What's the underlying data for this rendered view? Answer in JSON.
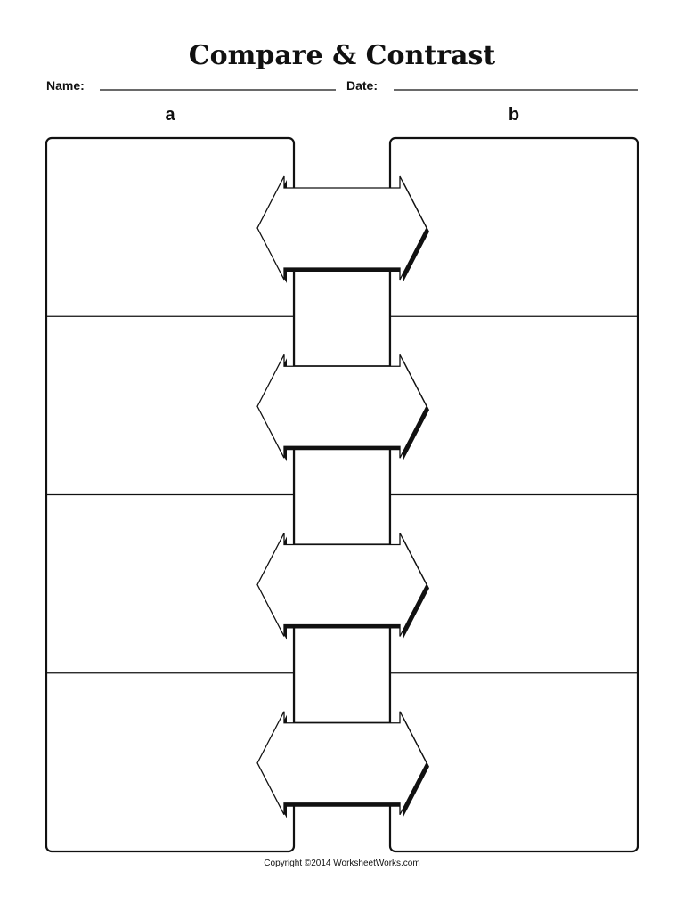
{
  "worksheet": {
    "title": "Compare & Contrast",
    "name_label": "Name:",
    "date_label": "Date:",
    "column_a_label": "a",
    "column_b_label": "b",
    "row_count": 4,
    "copyright": "Copyright ©2014 WorksheetWorks.com"
  }
}
